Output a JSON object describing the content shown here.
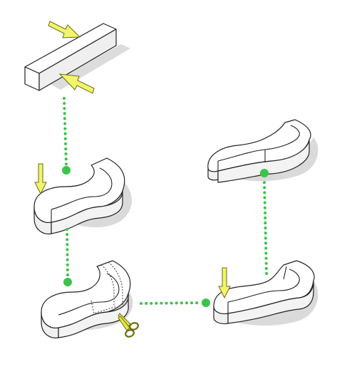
{
  "diagram": {
    "description_free": true,
    "stages": [
      {
        "id": "straight-bar",
        "shape": "beam"
      },
      {
        "id": "bent-s-shape",
        "shape": "s-curve"
      },
      {
        "id": "cut-s-shape",
        "shape": "s-curve-with-cut-line"
      },
      {
        "id": "pressed-s-shape",
        "shape": "s-curve"
      },
      {
        "id": "raised-s-shape",
        "shape": "s-curve"
      }
    ],
    "connectors": 4,
    "colors": {
      "connector": "#3cc44a",
      "arrow_fill": "#f2f56a",
      "arrow_stroke": "#6b6b10",
      "shape_fill": "#ffffff",
      "shape_side": "#eeeeee",
      "shape_stroke": "#222222",
      "shadow": "#d6d6d6",
      "cut_line": "#555555",
      "scissors": "#e7e84a"
    },
    "icons": [
      "force-arrow-icon",
      "scissors-icon",
      "connector-node-icon"
    ]
  }
}
